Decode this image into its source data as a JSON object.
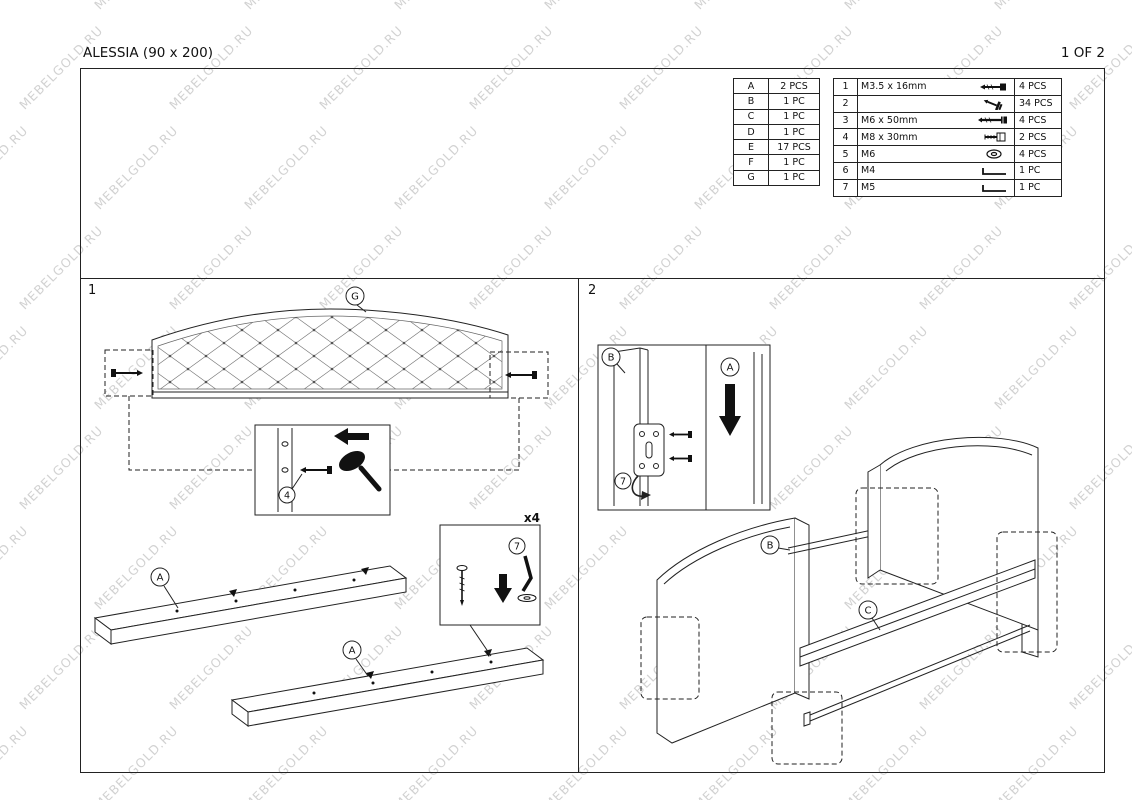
{
  "page": {
    "title": "ALESSIA (90 x 200)",
    "page_indicator": "1 OF 2",
    "watermark_text": "MEBELGOLD.RU"
  },
  "parts_table": {
    "rows": [
      {
        "label": "A",
        "qty": "2 PCS"
      },
      {
        "label": "B",
        "qty": "1 PC"
      },
      {
        "label": "C",
        "qty": "1 PC"
      },
      {
        "label": "D",
        "qty": "1 PC"
      },
      {
        "label": "E",
        "qty": "17 PCS"
      },
      {
        "label": "F",
        "qty": "1 PC"
      },
      {
        "label": "G",
        "qty": "1 PC"
      }
    ]
  },
  "hardware_table": {
    "rows": [
      {
        "num": "1",
        "spec": "M3.5 x 16mm",
        "icon": "wood-screw-icon",
        "qty": "4 PCS"
      },
      {
        "num": "2",
        "spec": "",
        "icon": "short-screw-icon",
        "qty": "34 PCS"
      },
      {
        "num": "3",
        "spec": "M6 x 50mm",
        "icon": "bolt-icon",
        "qty": "4 PCS"
      },
      {
        "num": "4",
        "spec": "M8 x 30mm",
        "icon": "machine-screw-icon",
        "qty": "2 PCS"
      },
      {
        "num": "5",
        "spec": "M6",
        "icon": "washer-icon",
        "qty": "4 PCS"
      },
      {
        "num": "6",
        "spec": "M4",
        "icon": "allen-key-icon",
        "qty": "1 PC"
      },
      {
        "num": "7",
        "spec": "M5",
        "icon": "allen-key-icon",
        "qty": "1 PC"
      }
    ]
  },
  "step1": {
    "number": "1",
    "headboard_label": "G",
    "rail_label_1": "A",
    "rail_label_2": "A",
    "hammer_detail_label": "4",
    "screw_detail_label": "7",
    "multiplier": "x4"
  },
  "step2": {
    "number": "2",
    "bracket_detail_panel_label": "B",
    "bracket_detail_step_label": "7",
    "arrow_detail_label": "A",
    "rail_label": "B",
    "side_rail_label": "C"
  }
}
